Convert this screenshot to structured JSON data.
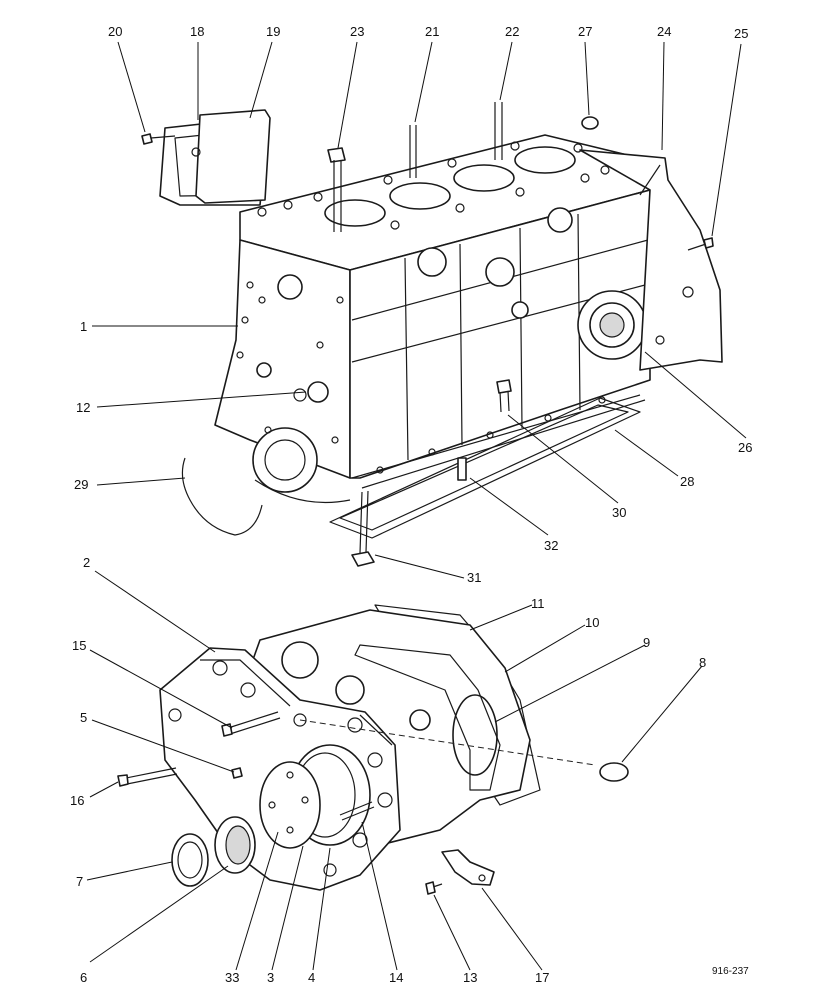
{
  "figure": {
    "reference": "916-237"
  },
  "callouts": [
    {
      "id": "20",
      "label": "20"
    },
    {
      "id": "18",
      "label": "18"
    },
    {
      "id": "19",
      "label": "19"
    },
    {
      "id": "23",
      "label": "23"
    },
    {
      "id": "21",
      "label": "21"
    },
    {
      "id": "22",
      "label": "22"
    },
    {
      "id": "27",
      "label": "27"
    },
    {
      "id": "24",
      "label": "24"
    },
    {
      "id": "25",
      "label": "25"
    },
    {
      "id": "1",
      "label": "1"
    },
    {
      "id": "12",
      "label": "12"
    },
    {
      "id": "26",
      "label": "26"
    },
    {
      "id": "29",
      "label": "29"
    },
    {
      "id": "28",
      "label": "28"
    },
    {
      "id": "30",
      "label": "30"
    },
    {
      "id": "32",
      "label": "32"
    },
    {
      "id": "31",
      "label": "31"
    },
    {
      "id": "2",
      "label": "2"
    },
    {
      "id": "11",
      "label": "11"
    },
    {
      "id": "10",
      "label": "10"
    },
    {
      "id": "9",
      "label": "9"
    },
    {
      "id": "8",
      "label": "8"
    },
    {
      "id": "15",
      "label": "15"
    },
    {
      "id": "5",
      "label": "5"
    },
    {
      "id": "16",
      "label": "16"
    },
    {
      "id": "7",
      "label": "7"
    },
    {
      "id": "6",
      "label": "6"
    },
    {
      "id": "33",
      "label": "33"
    },
    {
      "id": "3",
      "label": "3"
    },
    {
      "id": "4",
      "label": "4"
    },
    {
      "id": "14",
      "label": "14"
    },
    {
      "id": "13",
      "label": "13"
    },
    {
      "id": "17",
      "label": "17"
    }
  ]
}
